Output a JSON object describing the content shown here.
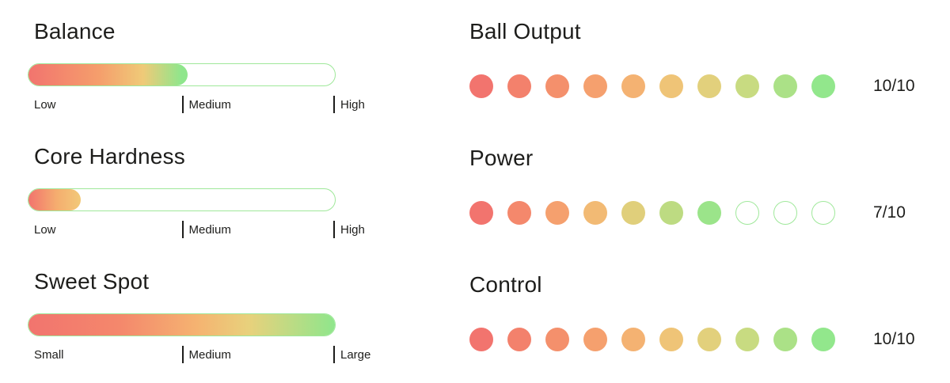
{
  "palette": {
    "text": "#1D1D1B",
    "track_border": "#9FE89A",
    "gradient_start": "#F2746E",
    "gradient_end": "#90E78C"
  },
  "left_panel": {
    "bars": [
      {
        "title": "Balance",
        "fill_percent": 52,
        "gradient": [
          "#F2746E 0%",
          "#F59F6C 45%",
          "#EFCA78 72%",
          "#8FE68C 96%"
        ],
        "labels": [
          "Low",
          "Medium",
          "High"
        ]
      },
      {
        "title": "Core Hardness",
        "fill_percent": 17,
        "gradient": [
          "#F2746E 0%",
          "#F5AE6F 55%",
          "#F2C979 100%"
        ],
        "labels": [
          "Low",
          "Medium",
          "High"
        ]
      },
      {
        "title": "Sweet Spot",
        "fill_percent": 100,
        "gradient": [
          "#F2746E 0%",
          "#F4886C 30%",
          "#F5B371 55%",
          "#E8D17C 72%",
          "#8FE68C 100%"
        ],
        "labels": [
          "Small",
          "Medium",
          "Large"
        ]
      }
    ]
  },
  "right_panel": {
    "empty_dot_border": "#9FE89A",
    "ratings": [
      {
        "title": "Ball Output",
        "score": 10,
        "max": 10,
        "score_label": "10/10",
        "colors": [
          "#F2746E",
          "#F3816C",
          "#F4906C",
          "#F5A06E",
          "#F4B272",
          "#EFC477",
          "#E2D07C",
          "#C8DB81",
          "#ABE187",
          "#92E78C"
        ]
      },
      {
        "title": "Power",
        "score": 7,
        "max": 10,
        "score_label": "7/10",
        "colors": [
          "#F2746E",
          "#F4886C",
          "#F5A06E",
          "#F2BA74",
          "#E0CF7B",
          "#BDDB82",
          "#9BE48A"
        ]
      },
      {
        "title": "Control",
        "score": 10,
        "max": 10,
        "score_label": "10/10",
        "colors": [
          "#F2746E",
          "#F3816C",
          "#F4906C",
          "#F5A06E",
          "#F4B272",
          "#EFC477",
          "#E2D07C",
          "#C8DB81",
          "#ABE187",
          "#92E78C"
        ]
      }
    ]
  },
  "chart_data": [
    {
      "type": "bar",
      "title": "Attribute scales (gradient fill of track)",
      "categories": [
        "Balance",
        "Core Hardness",
        "Sweet Spot"
      ],
      "values": [
        52,
        17,
        100
      ],
      "value_unit": "percent of track filled",
      "xlabel": "",
      "ylabel": "",
      "ylim": [
        0,
        100
      ],
      "grid": false,
      "legend": "none",
      "scale_tick_labels": [
        [
          "Low",
          "Medium",
          "High"
        ],
        [
          "Low",
          "Medium",
          "High"
        ],
        [
          "Small",
          "Medium",
          "Large"
        ]
      ]
    },
    {
      "type": "bar",
      "title": "Ratings (filled dots out of 10)",
      "categories": [
        "Ball Output",
        "Power",
        "Control"
      ],
      "values": [
        10,
        7,
        10
      ],
      "value_labels": [
        "10/10",
        "7/10",
        "10/10"
      ],
      "xlabel": "",
      "ylabel": "",
      "ylim": [
        0,
        10
      ],
      "grid": false,
      "legend": "none"
    }
  ]
}
